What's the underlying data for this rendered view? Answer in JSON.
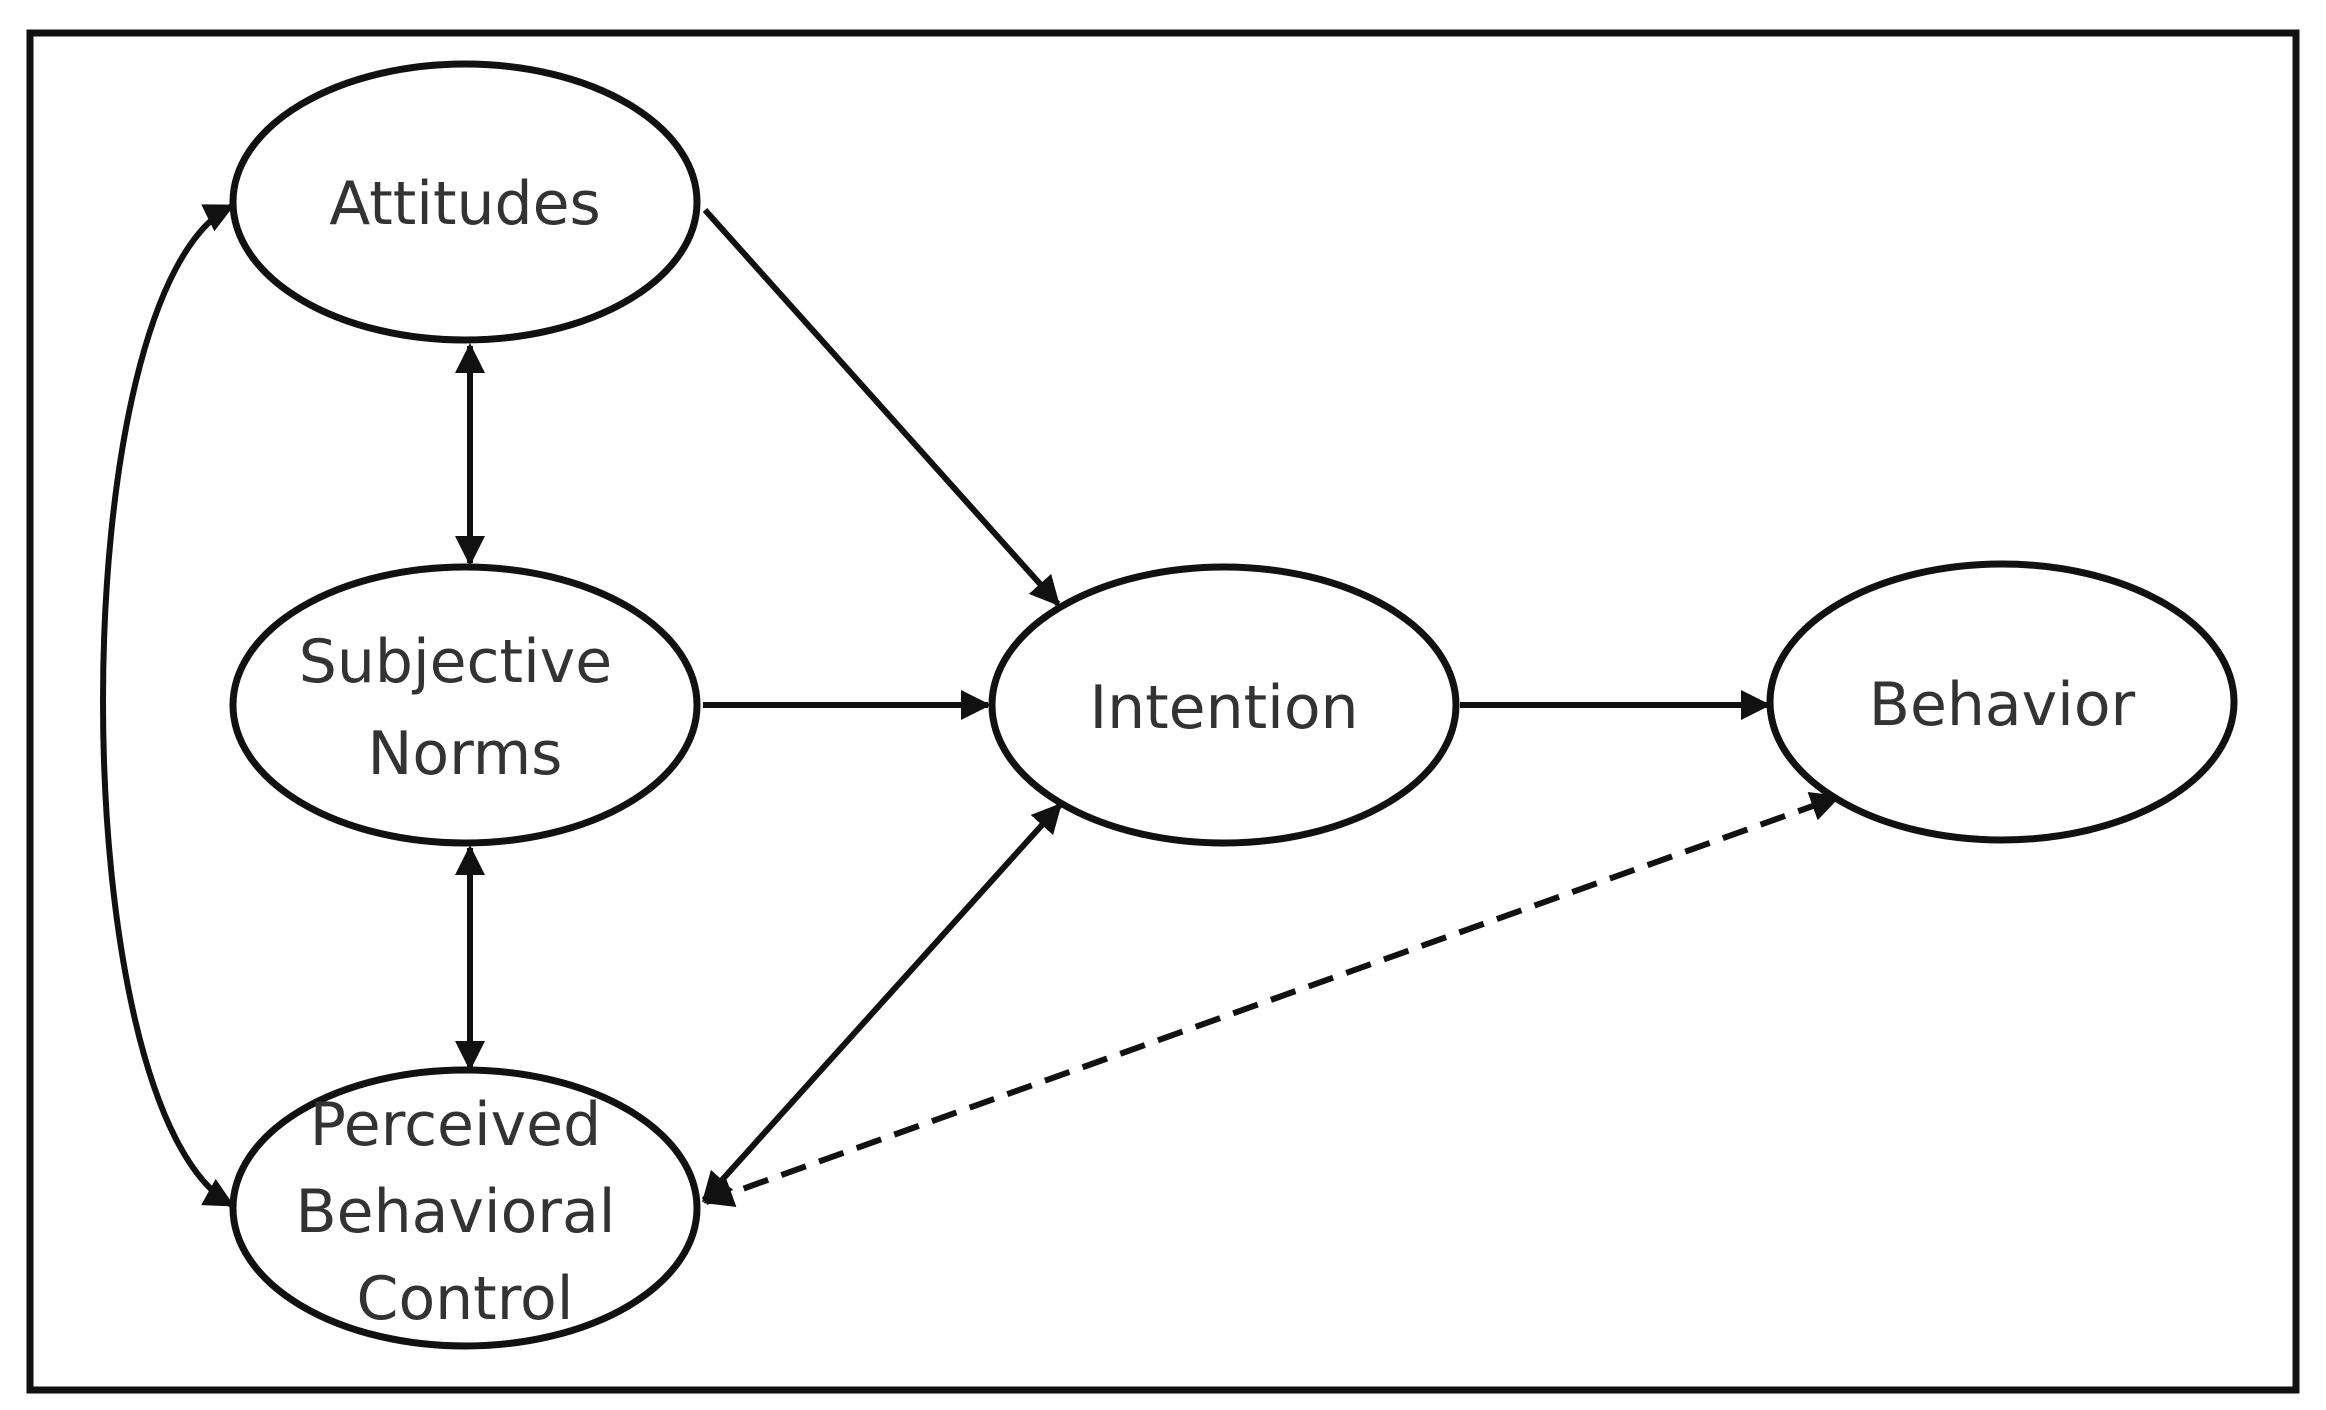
{
  "diagram": {
    "nodes": {
      "attitudes": {
        "lines": [
          "Attitudes"
        ]
      },
      "subjective_norms": {
        "lines": [
          "Subjective",
          "Norms"
        ]
      },
      "perceived_behavioral_control": {
        "lines": [
          "Perceived",
          "Behavioral",
          "Control"
        ]
      },
      "intention": {
        "lines": [
          "Intention"
        ]
      },
      "behavior": {
        "lines": [
          "Behavior"
        ]
      }
    },
    "edges": [
      {
        "from": "attitudes",
        "to": "subjective_norms",
        "style": "solid",
        "direction": "both"
      },
      {
        "from": "subjective_norms",
        "to": "perceived_behavioral_control",
        "style": "solid",
        "direction": "both"
      },
      {
        "from": "attitudes",
        "to": "perceived_behavioral_control",
        "style": "solid",
        "direction": "both"
      },
      {
        "from": "attitudes",
        "to": "intention",
        "style": "solid",
        "direction": "forward"
      },
      {
        "from": "subjective_norms",
        "to": "intention",
        "style": "solid",
        "direction": "forward"
      },
      {
        "from": "perceived_behavioral_control",
        "to": "intention",
        "style": "solid",
        "direction": "both"
      },
      {
        "from": "intention",
        "to": "behavior",
        "style": "solid",
        "direction": "forward"
      },
      {
        "from": "perceived_behavioral_control",
        "to": "behavior",
        "style": "dashed",
        "direction": "both"
      }
    ],
    "colors": {
      "stroke": "#111111",
      "text": "#333333",
      "background": "#ffffff"
    }
  }
}
